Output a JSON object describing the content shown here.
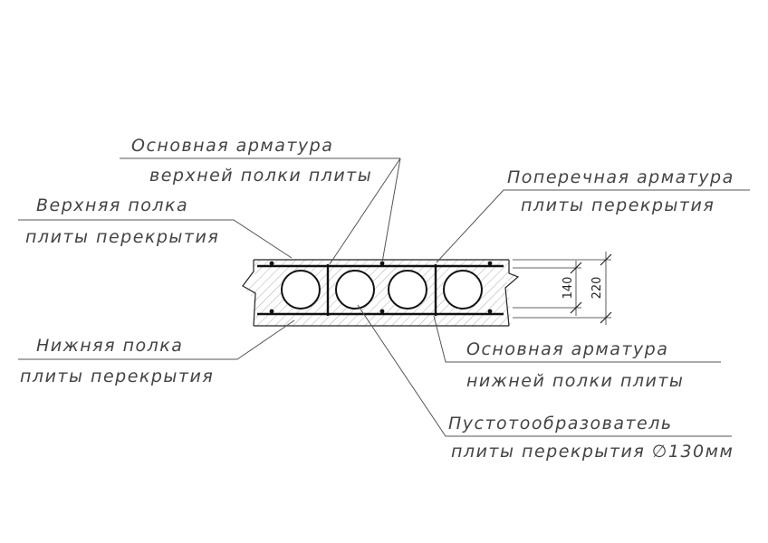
{
  "labels": {
    "main_rebar_top": {
      "line1": "Основная арматура",
      "line2": "верхней полки плиты"
    },
    "top_flange": {
      "line1": "Верхняя полка",
      "line2": "плиты перекрытия"
    },
    "transverse_rebar": {
      "line1": "Поперечная арматура",
      "line2": "плиты перекрытия"
    },
    "bottom_flange": {
      "line1": "Нижняя полка",
      "line2": "плиты перекрытия"
    },
    "main_rebar_bottom": {
      "line1": "Основная арматура",
      "line2": "нижней полки плиты"
    },
    "void_former": {
      "line1": "Пустотообразователь",
      "line2": "плиты перекрытия ∅130мм"
    }
  },
  "dimensions": {
    "inner": "140",
    "overall": "220"
  },
  "colors": {
    "line": "#222222",
    "text": "#444444",
    "hatch": "#9a9a9a"
  }
}
